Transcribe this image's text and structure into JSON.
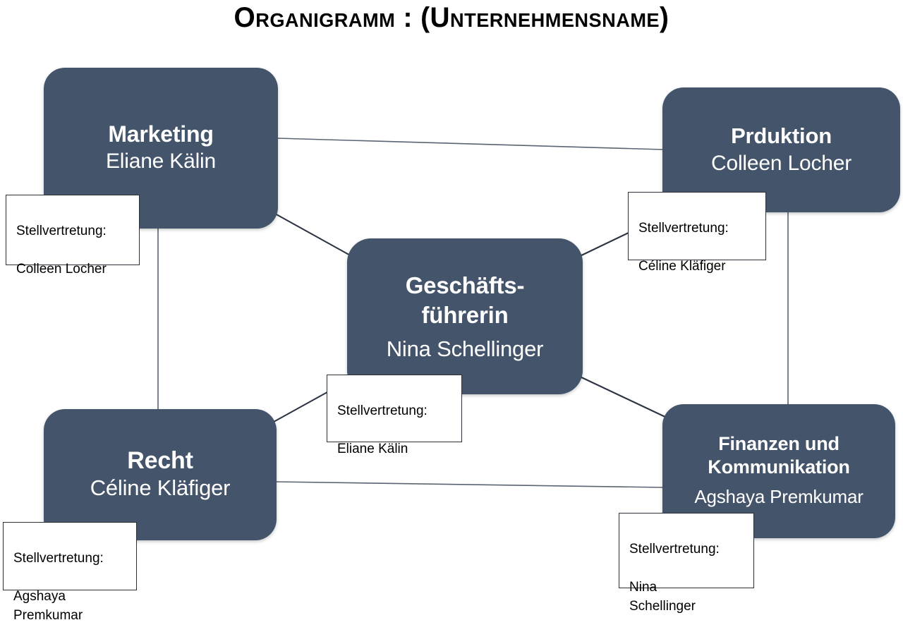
{
  "title": "Organigramm : (Unternehmensname)",
  "colors": {
    "node_fill": "#44546A",
    "node_text": "#ffffff",
    "note_fill": "#ffffff",
    "note_border": "#2b2f36",
    "connector": "#3b4453",
    "background": "#ffffff"
  },
  "nodes": [
    {
      "id": "marketing",
      "title": "Marketing",
      "person": "Eliane Kälin"
    },
    {
      "id": "produktion",
      "title": "Prduktion",
      "person": "Colleen Locher"
    },
    {
      "id": "geschaeftsfuehrerin",
      "title": "Geschäfts-\nführerin",
      "person": "Nina Schellinger"
    },
    {
      "id": "recht",
      "title": "Recht",
      "person": "Céline Kläfiger"
    },
    {
      "id": "finanzen",
      "title": "Finanzen und\nKommunikation",
      "person": "Agshaya Premkumar"
    }
  ],
  "notes": [
    {
      "id": "marketing",
      "label": "Stellvertretung:",
      "person": "Colleen Locher"
    },
    {
      "id": "produktion",
      "label": "Stellvertretung:",
      "person": "Céline Kläfiger"
    },
    {
      "id": "geschaeftsfuehrerin",
      "label": "Stellvertretung:",
      "person": "Eliane Kälin"
    },
    {
      "id": "recht",
      "label": "Stellvertretung:",
      "person": "Agshaya\nPremkumar"
    },
    {
      "id": "finanzen",
      "label": "Stellvertretung:",
      "person": "Nina\nSchellinger"
    }
  ],
  "connectors": [
    {
      "from": "marketing",
      "to": "produktion"
    },
    {
      "from": "marketing",
      "to": "recht"
    },
    {
      "from": "produktion",
      "to": "finanzen"
    },
    {
      "from": "recht",
      "to": "finanzen"
    },
    {
      "from": "marketing",
      "to": "geschaeftsfuehrerin"
    },
    {
      "from": "produktion",
      "to": "geschaeftsfuehrerin"
    },
    {
      "from": "recht",
      "to": "geschaeftsfuehrerin"
    },
    {
      "from": "finanzen",
      "to": "geschaeftsfuehrerin"
    }
  ]
}
